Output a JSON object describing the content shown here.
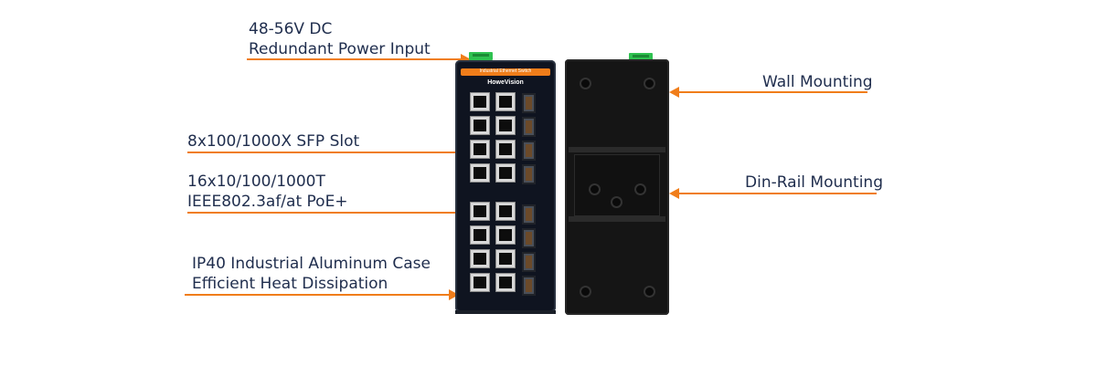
{
  "annotations": {
    "power": [
      "48-56V DC",
      "Redundant Power Input"
    ],
    "sfp": [
      "8x100/1000X SFP Slot"
    ],
    "poe": [
      "16x10/100/1000T",
      "IEEE802.3af/at PoE+"
    ],
    "case": [
      "IP40 Industrial Aluminum Case",
      "Efficient Heat Dissipation"
    ],
    "wall": [
      "Wall Mounting"
    ],
    "din": [
      "Din-Rail Mounting"
    ]
  },
  "device": {
    "front_title": "Industrial Ethernet Switch",
    "brand": "HoweVision"
  },
  "colors": {
    "accent": "#f07d1a",
    "text": "#1f2d4d"
  }
}
